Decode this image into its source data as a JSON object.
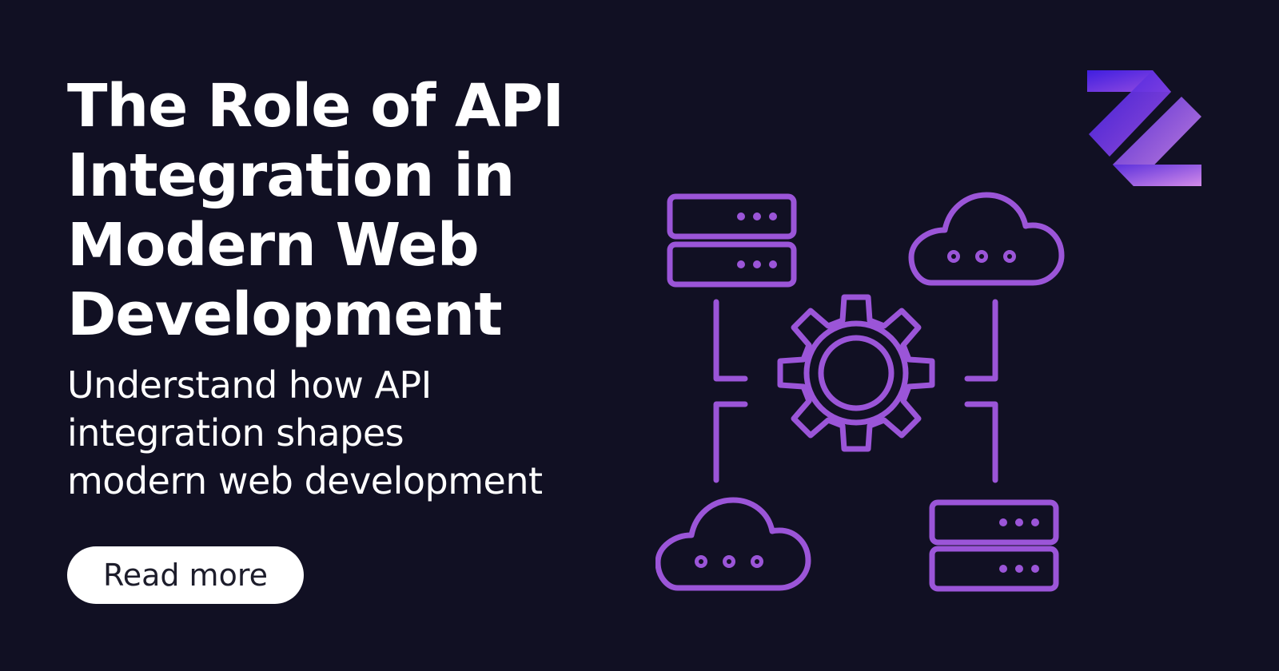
{
  "headline": {
    "lines": [
      "The Role of API",
      "Integration in",
      "Modern Web",
      "Development"
    ]
  },
  "subheadline": {
    "lines": [
      "Understand how API",
      "integration shapes",
      "modern web development"
    ]
  },
  "cta": {
    "label": "Read more"
  },
  "colors": {
    "background": "#111023",
    "text": "#ffffff",
    "accent": "#9b55d8",
    "logo_gradient_start": "#3f1ee0",
    "logo_gradient_end": "#c97de6"
  },
  "icons": [
    "brand-logo",
    "server-icon",
    "cloud-icon",
    "gear-icon",
    "connector-lines"
  ]
}
